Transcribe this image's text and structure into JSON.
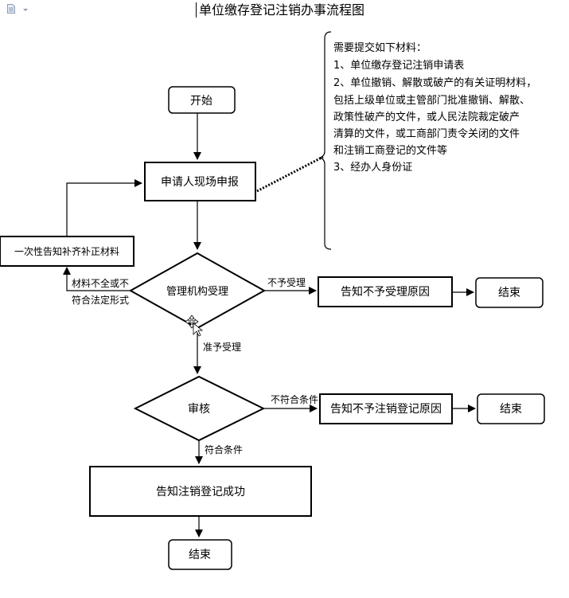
{
  "title": "单位缴存登记注销办事流程图",
  "materials": {
    "heading": "需要提交如下材料：",
    "lines": [
      "1、单位缴存登记注销申请表",
      "2、单位撤销、解散或破产的有关证明材料，",
      "包括上级单位或主管部门批准撤销、解散、",
      "政策性破产的文件，或人民法院裁定破产",
      "清算的文件，或工商部门责令关闭的文件",
      "和注销工商登记的文件等",
      "3、经办人身份证"
    ]
  },
  "nodes": {
    "start": "开始",
    "apply": "申请人现场申报",
    "notify_supplement": "一次性告知补齐补正材料",
    "accept": "管理机构受理",
    "reject_reason": "告知不予受理原因",
    "end1": "结束",
    "review": "审核",
    "deny_reason": "告知不予注销登记原因",
    "end2": "结束",
    "success": "告知注销登记成功",
    "end3": "结束"
  },
  "edges": {
    "incomplete_line1": "材料不全或不",
    "incomplete_line2": "符合法定形式",
    "not_accepted": "不予受理",
    "accepted": "准予受理",
    "not_qualified": "不符合条件",
    "qualified": "符合条件"
  },
  "icons": {
    "doc": "document-icon",
    "dropdown": "dropdown-arrow-icon",
    "cursor": "move-cursor-icon"
  }
}
